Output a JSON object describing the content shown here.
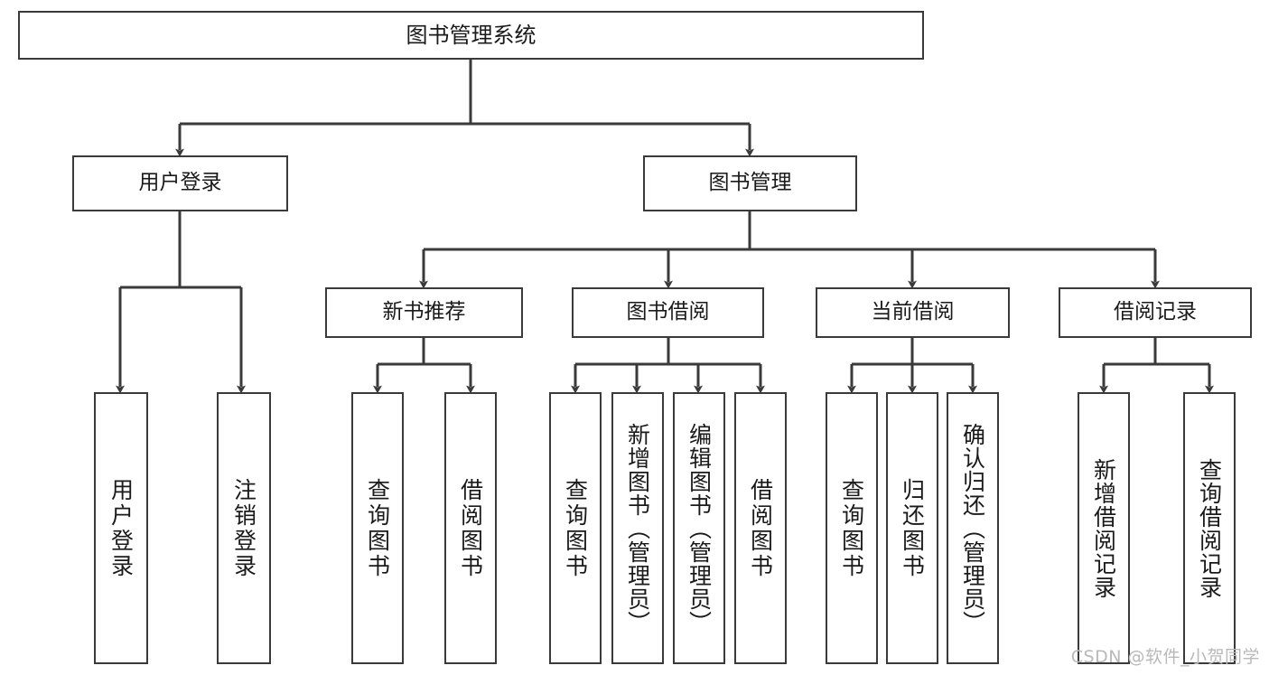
{
  "diagram": {
    "title": "图书管理系统",
    "type": "tree-hierarchy",
    "watermark": "CSDN @软件_小贺同学",
    "colors": {
      "box_border": "#3a3a3a",
      "box_fill": "#ffffff",
      "edge": "#3a3a3a",
      "text": "#1a1a1a",
      "watermark": "#b9b9b9",
      "background": "#ffffff"
    },
    "nodes": {
      "root": {
        "label": "图书管理系统"
      },
      "level2": [
        {
          "id": "user-login",
          "label": "用户登录"
        },
        {
          "id": "book-management",
          "label": "图书管理"
        }
      ],
      "level3": [
        {
          "id": "new-book-recommend",
          "label": "新书推荐"
        },
        {
          "id": "book-borrow",
          "label": "图书借阅"
        },
        {
          "id": "current-borrow",
          "label": "当前借阅"
        },
        {
          "id": "borrow-record",
          "label": "借阅记录"
        }
      ],
      "leaves": {
        "user-login": [
          {
            "id": "leaf-user-login",
            "label": "用户登录"
          },
          {
            "id": "leaf-user-logout",
            "label": "注销登录"
          }
        ],
        "new-book-recommend": [
          {
            "id": "leaf-query-book-1",
            "label": "查询图书"
          },
          {
            "id": "leaf-borrow-book-1",
            "label": "借阅图书"
          }
        ],
        "book-borrow": [
          {
            "id": "leaf-query-book-2",
            "label": "查询图书"
          },
          {
            "id": "leaf-add-book",
            "label": "新增图书（管理员）"
          },
          {
            "id": "leaf-edit-book",
            "label": "编辑图书（管理员）"
          },
          {
            "id": "leaf-borrow-book-2",
            "label": "借阅图书"
          }
        ],
        "current-borrow": [
          {
            "id": "leaf-query-book-3",
            "label": "查询图书"
          },
          {
            "id": "leaf-return-book",
            "label": "归还图书"
          },
          {
            "id": "leaf-confirm-return",
            "label": "确认归还（管理员）"
          }
        ],
        "borrow-record": [
          {
            "id": "leaf-add-record",
            "label": "新增借阅记录"
          },
          {
            "id": "leaf-query-record",
            "label": "查询借阅记录"
          }
        ]
      }
    }
  }
}
